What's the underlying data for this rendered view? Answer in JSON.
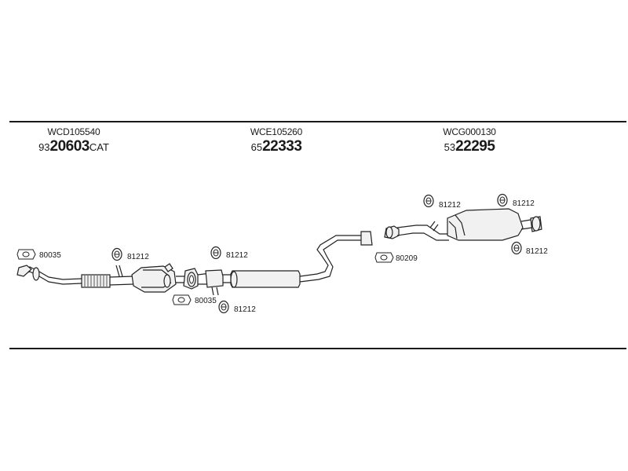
{
  "assemblies": [
    {
      "code": "WCD105540",
      "part_prefix": "93",
      "part_main": "20603",
      "part_suffix": "CAT"
    },
    {
      "code": "WCE105260",
      "part_prefix": "65",
      "part_main": "22333",
      "part_suffix": ""
    },
    {
      "code": "WCG000130",
      "part_prefix": "53",
      "part_main": "22295",
      "part_suffix": ""
    }
  ],
  "callouts": {
    "gasket_front_pipe": {
      "icon": "gasket-icon",
      "label": "80035"
    },
    "clamp_front_pipe": {
      "icon": "clamp-icon",
      "label": "81212"
    },
    "clamp_middle_top": {
      "icon": "clamp-icon",
      "label": "81212"
    },
    "gasket_middle": {
      "icon": "gasket-icon",
      "label": "80035"
    },
    "clamp_middle_bottom": {
      "icon": "clamp-icon",
      "label": "81212"
    },
    "gasket_rear": {
      "icon": "gasket-icon",
      "label": "80209"
    },
    "clamp_rear_left": {
      "icon": "clamp-icon",
      "label": "81212"
    },
    "clamp_rear_right": {
      "icon": "clamp-icon",
      "label": "81212"
    },
    "clamp_rear_bottom": {
      "icon": "clamp-icon",
      "label": "81212"
    }
  },
  "colors": {
    "line": "#1a1a1a",
    "background": "#ffffff"
  }
}
